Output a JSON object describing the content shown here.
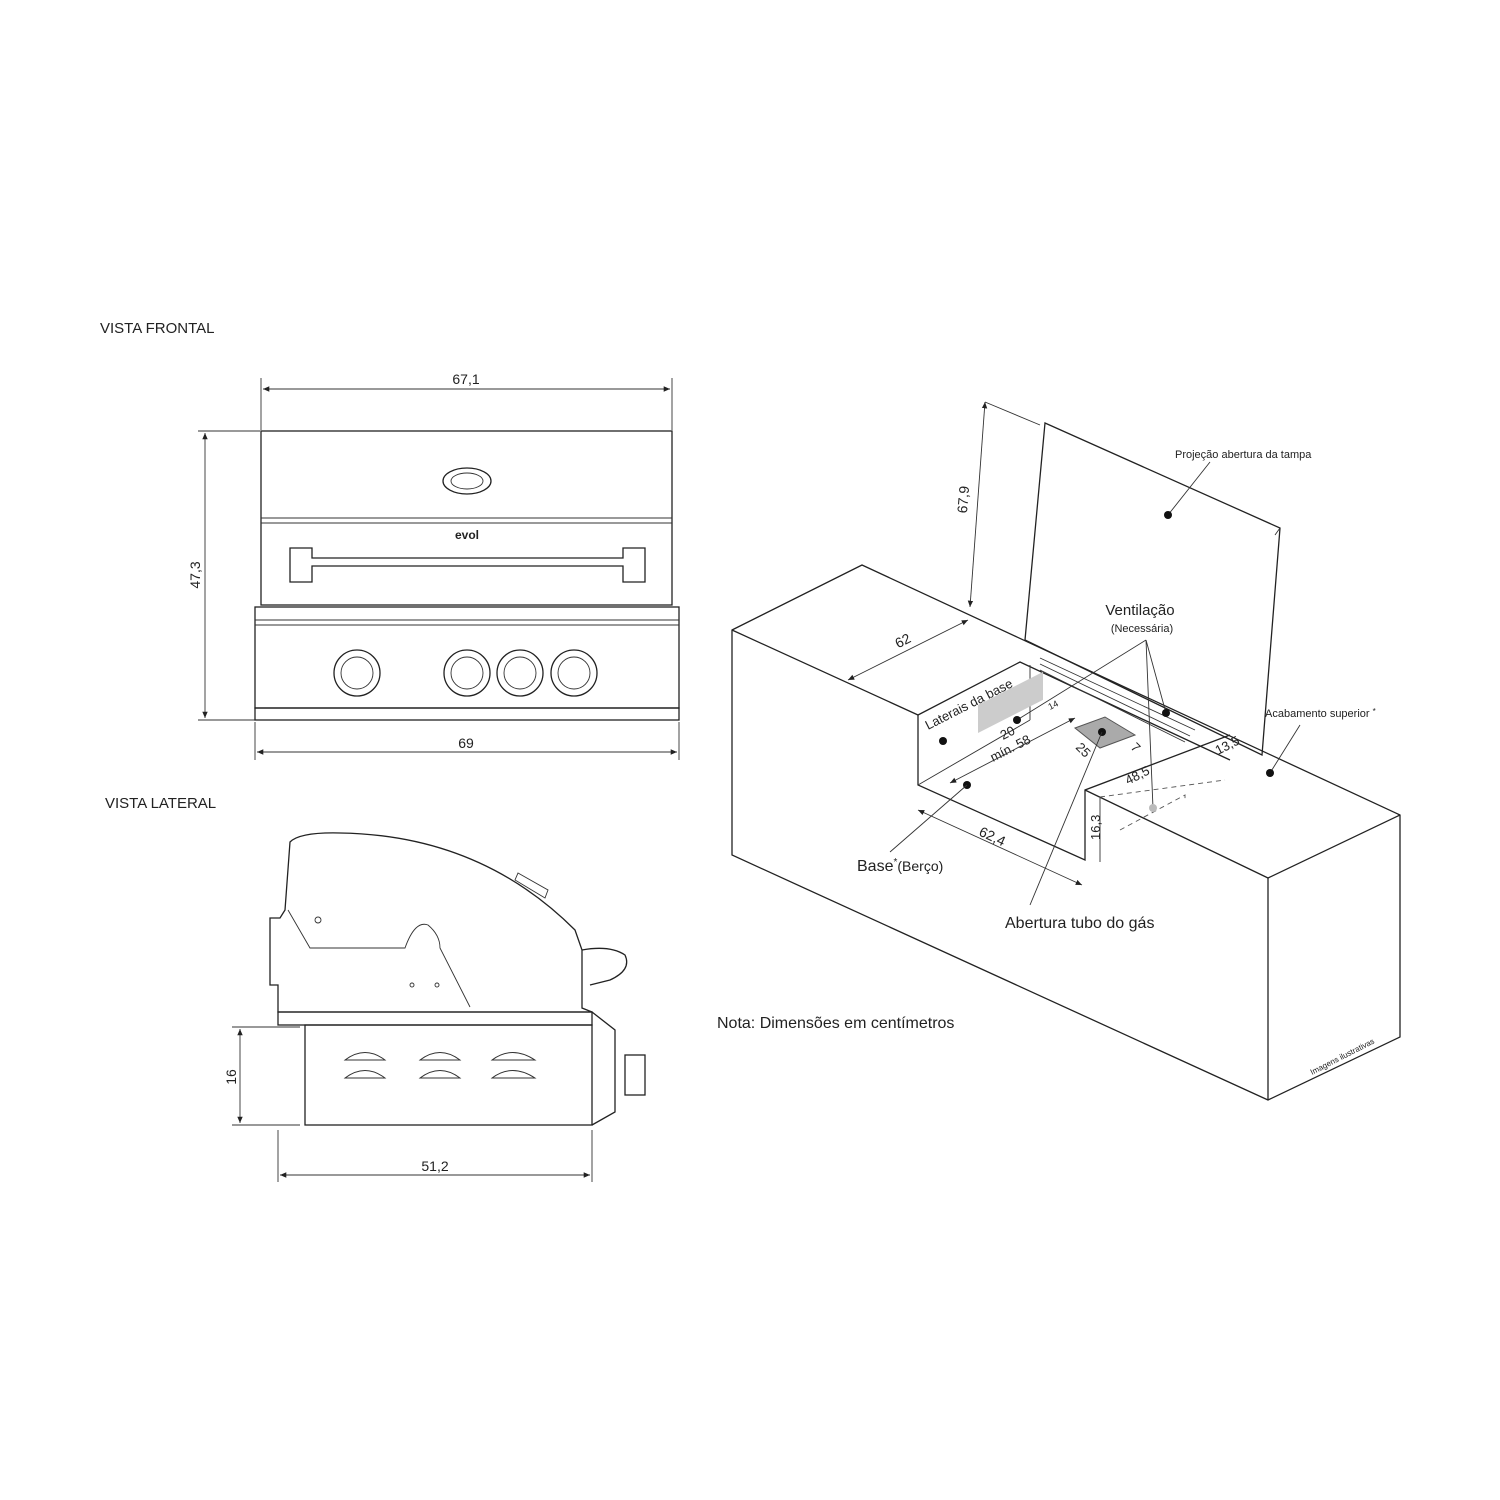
{
  "front_view": {
    "title": "VISTA FRONTAL",
    "width_top": "67,1",
    "height": "47,3",
    "width_bottom": "69",
    "brand_logo": "evol"
  },
  "side_view": {
    "title": "VISTA LATERAL",
    "base_height": "16",
    "depth": "51,2"
  },
  "installation": {
    "lid_height": "67,9",
    "lid_label": "Projeção abertura da tampa",
    "counter_depth": "62",
    "ventilation_label": "Ventilação",
    "ventilation_note": "(Necessária)",
    "base_sides_label": "Laterais da base",
    "vent_width": "20",
    "vent_height": "14",
    "min_length": "mín. 58",
    "gas_width": "25",
    "gas_depth": "7",
    "opening_width": "48,5",
    "top_margin": "13,5",
    "top_finish_label": "Acabamento superior",
    "top_finish_mark": "*",
    "base_height": "16,3",
    "base_width": "62,4",
    "base_label": "Base",
    "base_mark": "*",
    "base_sub": "(Berço)",
    "gas_label": "Abertura tubo do gás",
    "illustrative": "Imagens ilustrativas"
  },
  "note": "Nota: Dimensões em centímetros"
}
